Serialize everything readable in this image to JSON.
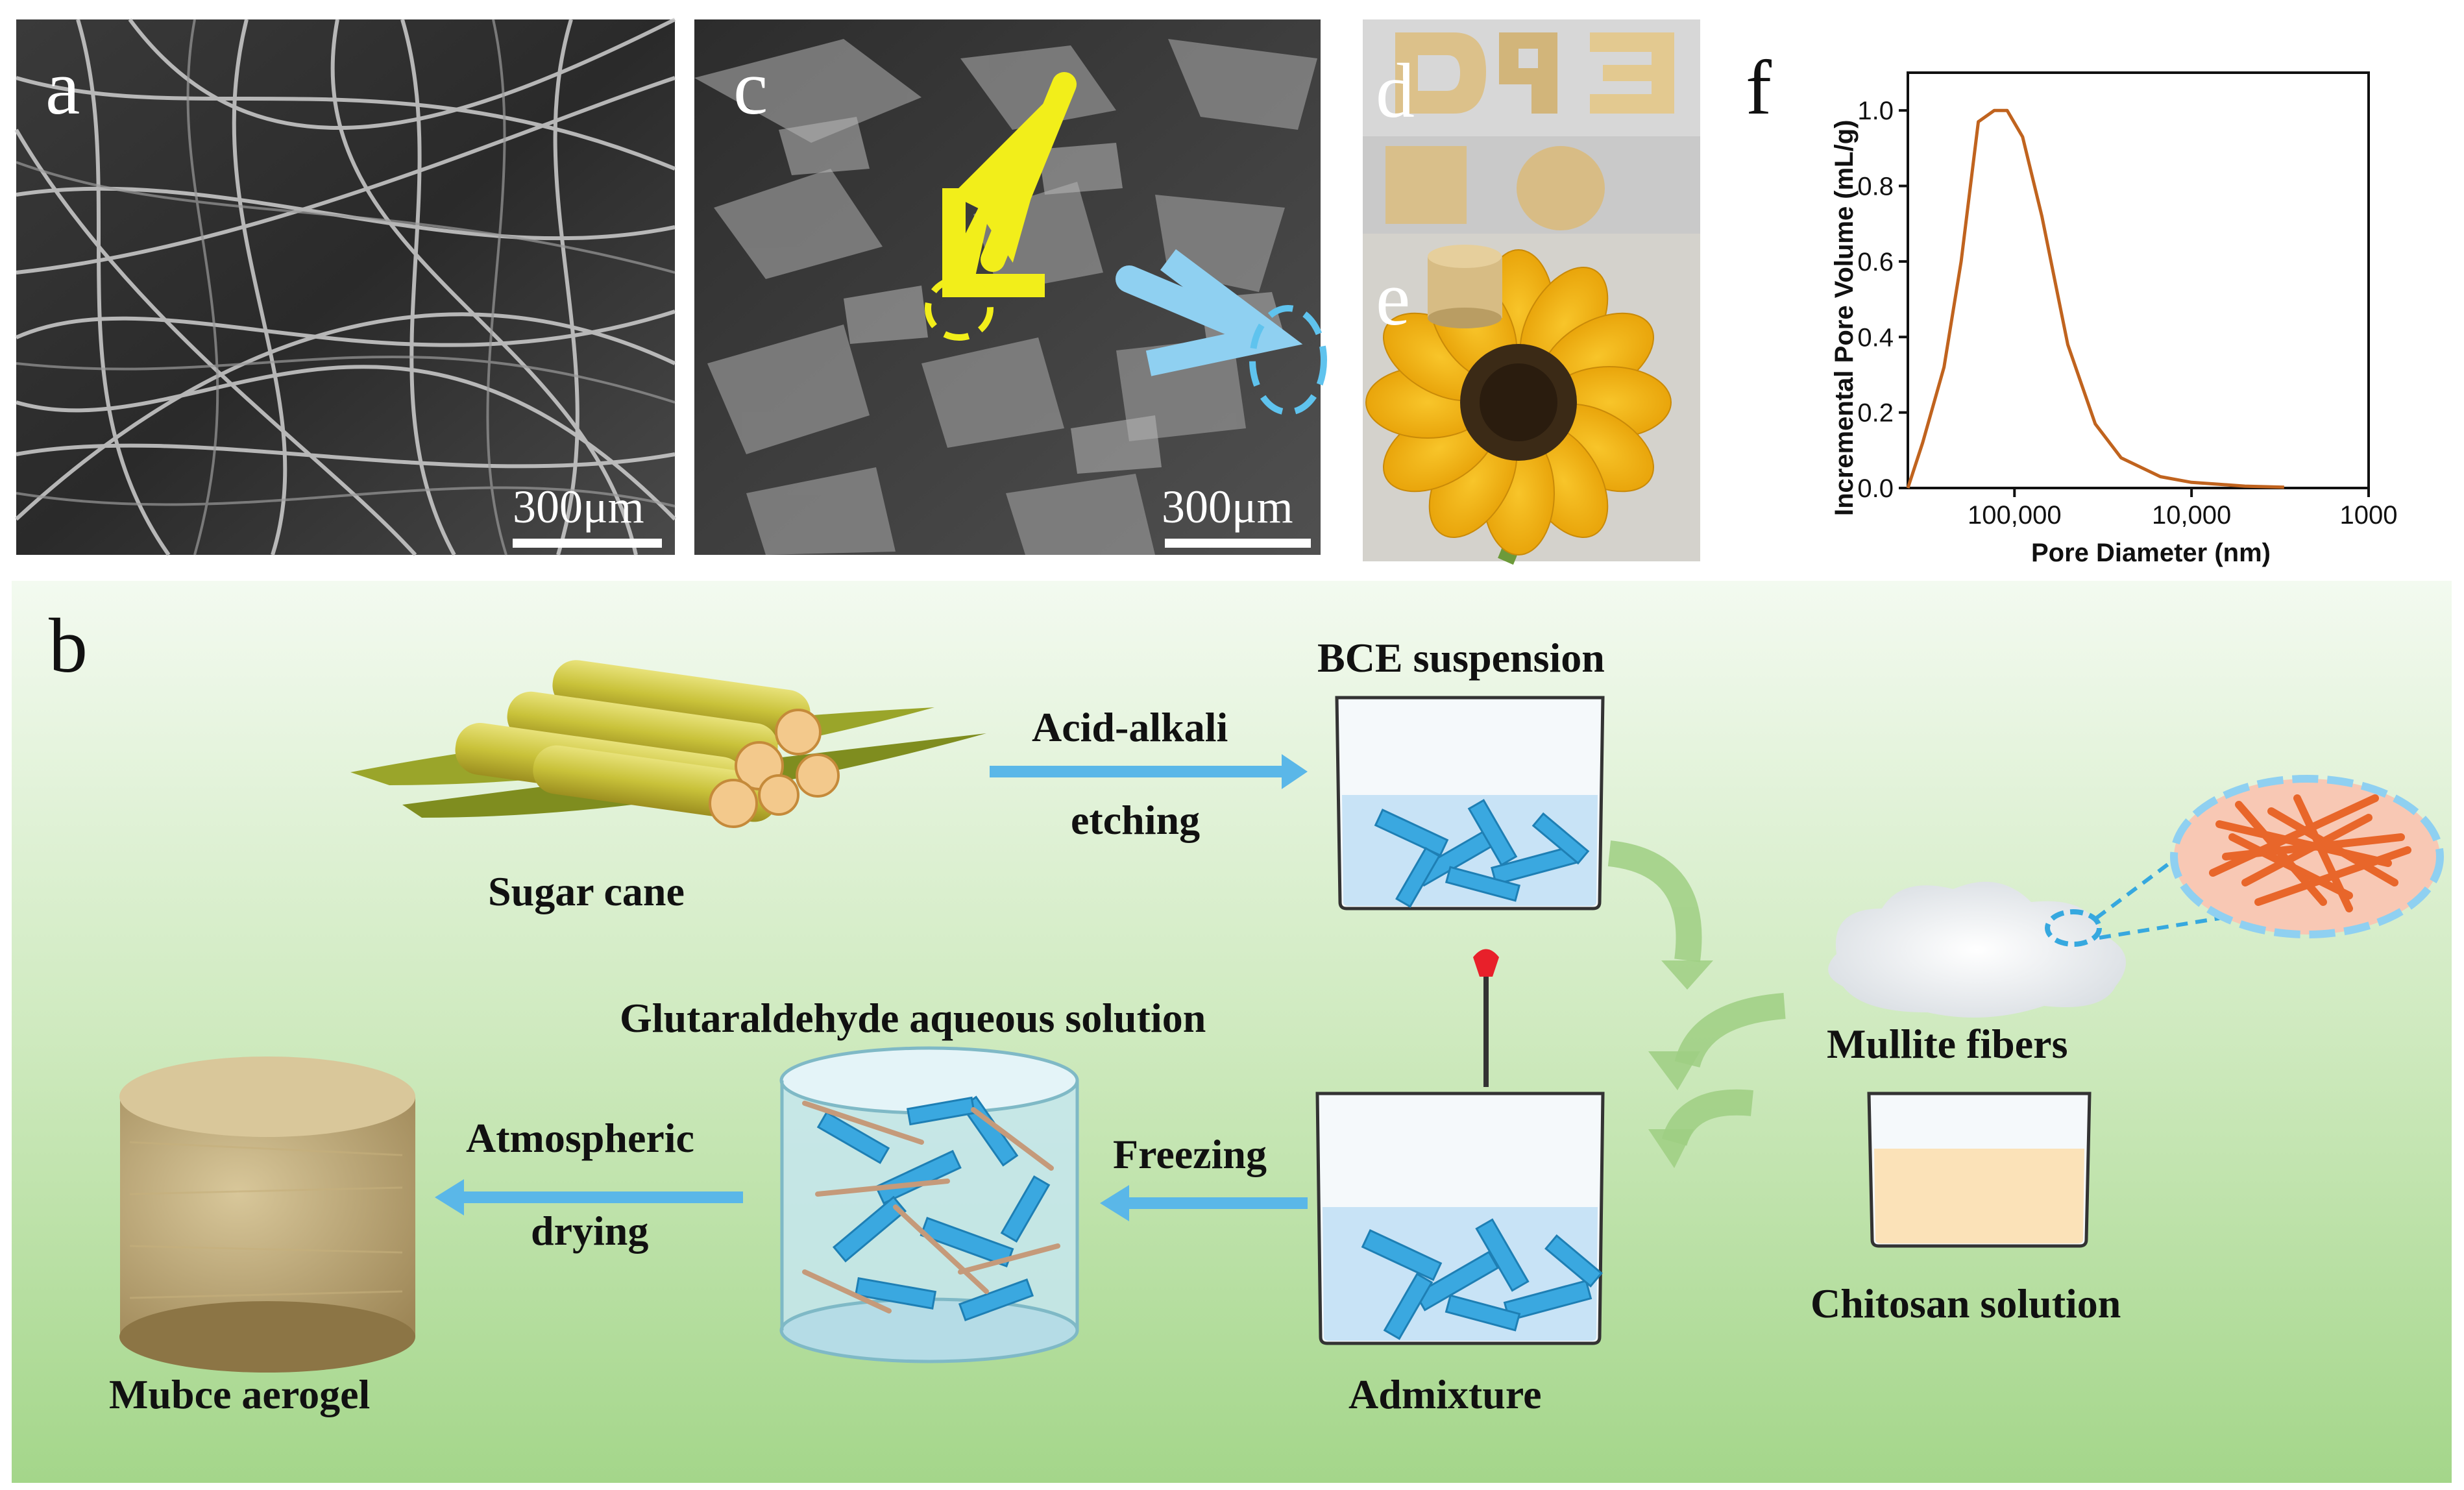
{
  "panels": {
    "a": "a",
    "b": "b",
    "c": "c",
    "d": "d",
    "e": "e",
    "f": "f"
  },
  "scale_bars": {
    "a": "300μm",
    "c": "300μm"
  },
  "process": {
    "sugar_cane": "Sugar cane",
    "step1_line1": "Acid-alkali",
    "step1_line2": "etching",
    "bce": "BCE suspension",
    "mullite": "Mullite fibers",
    "chitosan": "Chitosan solution",
    "admixture": "Admixture",
    "glutaraldehyde": "Glutaraldehyde aqueous solution",
    "freezing": "Freezing",
    "step3_line1": "Atmospheric",
    "step3_line2": "drying",
    "aerogel": "Mubce aerogel"
  },
  "colors": {
    "arrow_blue": "#5ab7e8",
    "curve": "#c0631e",
    "green_bg_top": "#eef7ea",
    "green_bg_bottom": "#a9d98f",
    "yellow_arrow": "#f2ee1a",
    "light_blue_arrow": "#8fd0f1"
  },
  "chart_data": {
    "type": "line",
    "xlabel": "Pore Diameter (nm)",
    "ylabel": "Incremental Pore Volume (mL/g)",
    "x_scale": "log-reversed",
    "xticks": [
      "100,000",
      "10,000",
      "1000"
    ],
    "yticks": [
      "0.0",
      "0.2",
      "0.4",
      "0.6",
      "0.8",
      "1.0"
    ],
    "ylim": [
      0,
      1.1
    ],
    "xlim": [
      400000,
      1000
    ],
    "series": [
      {
        "x": [
          400000,
          330000,
          250000,
          200000,
          160000,
          130000,
          110000,
          90000,
          70000,
          50000,
          35000,
          25000,
          15000,
          10000,
          7000,
          5000,
          3000
        ],
        "y": [
          0.0,
          0.12,
          0.32,
          0.6,
          0.97,
          1.0,
          1.0,
          0.93,
          0.72,
          0.38,
          0.17,
          0.08,
          0.03,
          0.015,
          0.01,
          0.005,
          0.002
        ]
      }
    ]
  }
}
